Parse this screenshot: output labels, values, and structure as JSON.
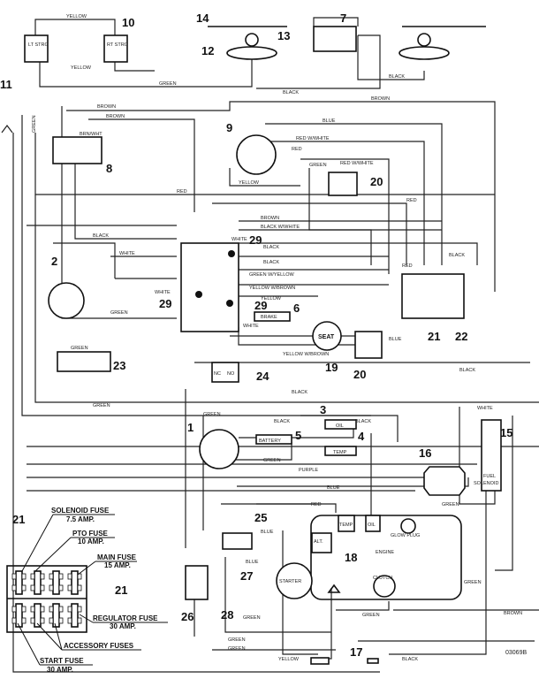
{
  "components": {
    "lt_strg": "LT STRG",
    "rt_strg": "RT STRG",
    "battery": "BATTERY",
    "oil_light": "OIL",
    "temp_light": "TEMP",
    "brake": "BRAKE",
    "seat": "SEAT",
    "fuel": "FUEL",
    "solenoid": "SOLENOID",
    "engine": "ENGINE",
    "alt": "ALT.",
    "engine_temp": "TEMP",
    "engine_oil": "OIL",
    "glow_plug": "GLOW PLUG",
    "starter": "STARTER",
    "clutch": "CLUTCH",
    "nc": "NC",
    "no": "NO"
  },
  "callouts": [
    "1",
    "2",
    "3",
    "4",
    "5",
    "6",
    "7",
    "8",
    "9",
    "10",
    "11",
    "12",
    "13",
    "14",
    "15",
    "16",
    "17",
    "18",
    "19",
    "20",
    "20",
    "21",
    "22",
    "23",
    "24",
    "25",
    "26",
    "27",
    "28",
    "29",
    "29",
    "29",
    "21",
    "21"
  ],
  "wire_labels": {
    "yellow_top": "YELLOW",
    "yellow_lt": "YELLOW",
    "green_top": "GREEN",
    "black_top": "BLACK",
    "black_r": "BLACK",
    "brown_1": "BROWN",
    "brown_r": "BROWN",
    "brown_2": "BROWN",
    "brn_wht": "BRN/WHT",
    "blue_1": "BLUE",
    "red_white_1": "RED W/WHITE",
    "red_1": "RED",
    "green_8": "GREEN",
    "green_side": "GREEN",
    "red_white_2": "RED W/WHITE",
    "yellow_2": "YELLOW",
    "red_2": "RED",
    "red_3": "RED",
    "brown_3": "BROWN",
    "black_white": "BLACK W/WHITE",
    "black_2": "BLACK",
    "black_3": "BLACK",
    "black_4": "BLACK",
    "green_yellow": "GREEN W/YELLOW",
    "yellow_brown": "YELLOW W/BROWN",
    "yellow_3": "YELLOW",
    "white_1": "WHITE",
    "white_2": "WHITE",
    "white_3": "WHITE",
    "white_4": "WHITE",
    "green_2": "GREEN",
    "red_4": "RED",
    "black_5": "BLACK",
    "blue_2": "BLUE",
    "yellow_brown_2": "YELLOW W/BROWN",
    "black_6": "BLACK",
    "green_3": "GREEN",
    "green_4": "GREEN",
    "black_7": "BLACK",
    "black_8": "BLACK",
    "black_9": "BLACK",
    "green_5": "GREEN",
    "green_6": "GREEN",
    "purple": "PURPLE",
    "blue_3": "BLUE",
    "red_5": "RED",
    "blue_4": "BLUE",
    "blue_5": "BLUE",
    "green_7": "GREEN",
    "green_9": "GREEN",
    "green_10": "GREEN",
    "green_11": "GREEN",
    "green_12": "GREEN",
    "yellow_4": "YELLOW",
    "black_10": "BLACK",
    "brown_4": "BROWN",
    "white_5": "WHITE",
    "green_13": "GREEN"
  },
  "fuses": {
    "solenoid": "SOLENOID FUSE",
    "solenoid_amp": "7.5 AMP.",
    "pto": "PTO FUSE",
    "pto_amp": "10 AMP.",
    "main": "MAIN FUSE",
    "main_amp": "15 AMP.",
    "regulator": "REGULATOR FUSE",
    "regulator_amp": "30 AMP.",
    "accessory": "ACCESSORY FUSES",
    "start": "START FUSE",
    "start_amp": "30 AMP."
  },
  "drawing_code": "03069B"
}
